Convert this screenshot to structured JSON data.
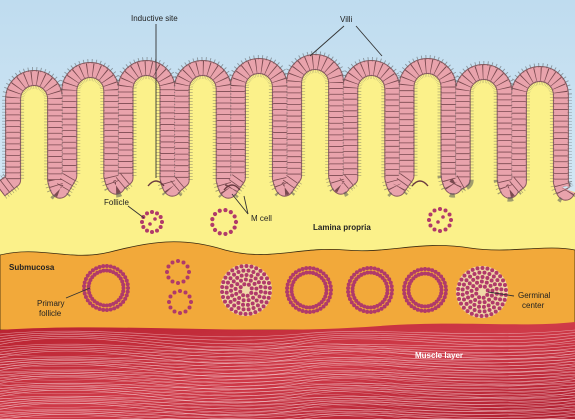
{
  "labels": {
    "inductive_site": "Inductive site",
    "villi": "Villi",
    "follicle": "Follicle",
    "m_cell": "M cell",
    "lamina_propria": "Lamina propria",
    "submucosa": "Submucosa",
    "primary_follicle_line1": "Primary",
    "primary_follicle_line2": "follicle",
    "germinal_center_line1": "Germinal",
    "germinal_center_line2": "center",
    "muscle_layer": "Muscle layer"
  },
  "colors": {
    "lumen": "#dcecf7",
    "lamina_propria": "#fbf18a",
    "submucosa": "#f2a93a",
    "muscle": "#c0283a",
    "epithelium": "#e9a3ac",
    "epithelium_edge": "#8a5a60",
    "microvilli": "#555555",
    "follicle_cell": "#b03a6a",
    "follicle_fill": "#f0d8a8"
  },
  "villi_count": 10
}
